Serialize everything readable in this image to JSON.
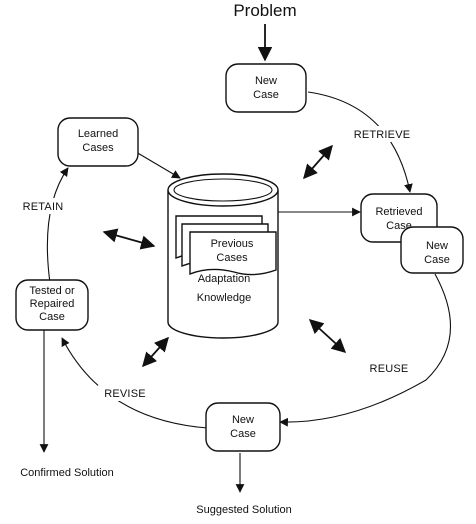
{
  "title": "Problem",
  "nodes": {
    "new_case_top": [
      "New",
      "Case"
    ],
    "learned_cases": [
      "Learned",
      "Cases"
    ],
    "retrieved_case": [
      "Retrieved",
      "Case"
    ],
    "new_case_right": [
      "New",
      "Case"
    ],
    "tested_case": [
      "Tested or",
      "Repaired",
      "Case"
    ],
    "new_case_bottom": [
      "New",
      "Case"
    ],
    "previous_cases": [
      "Previous",
      "Cases"
    ],
    "adaptation": [
      "Adaptation",
      "Knowledge"
    ]
  },
  "steps": {
    "retrieve": "RETRIEVE",
    "retain": "RETAIN",
    "reuse": "REUSE",
    "revise": "REVISE"
  },
  "outputs": {
    "confirmed": "Confirmed Solution",
    "suggested": "Suggested Solution"
  }
}
